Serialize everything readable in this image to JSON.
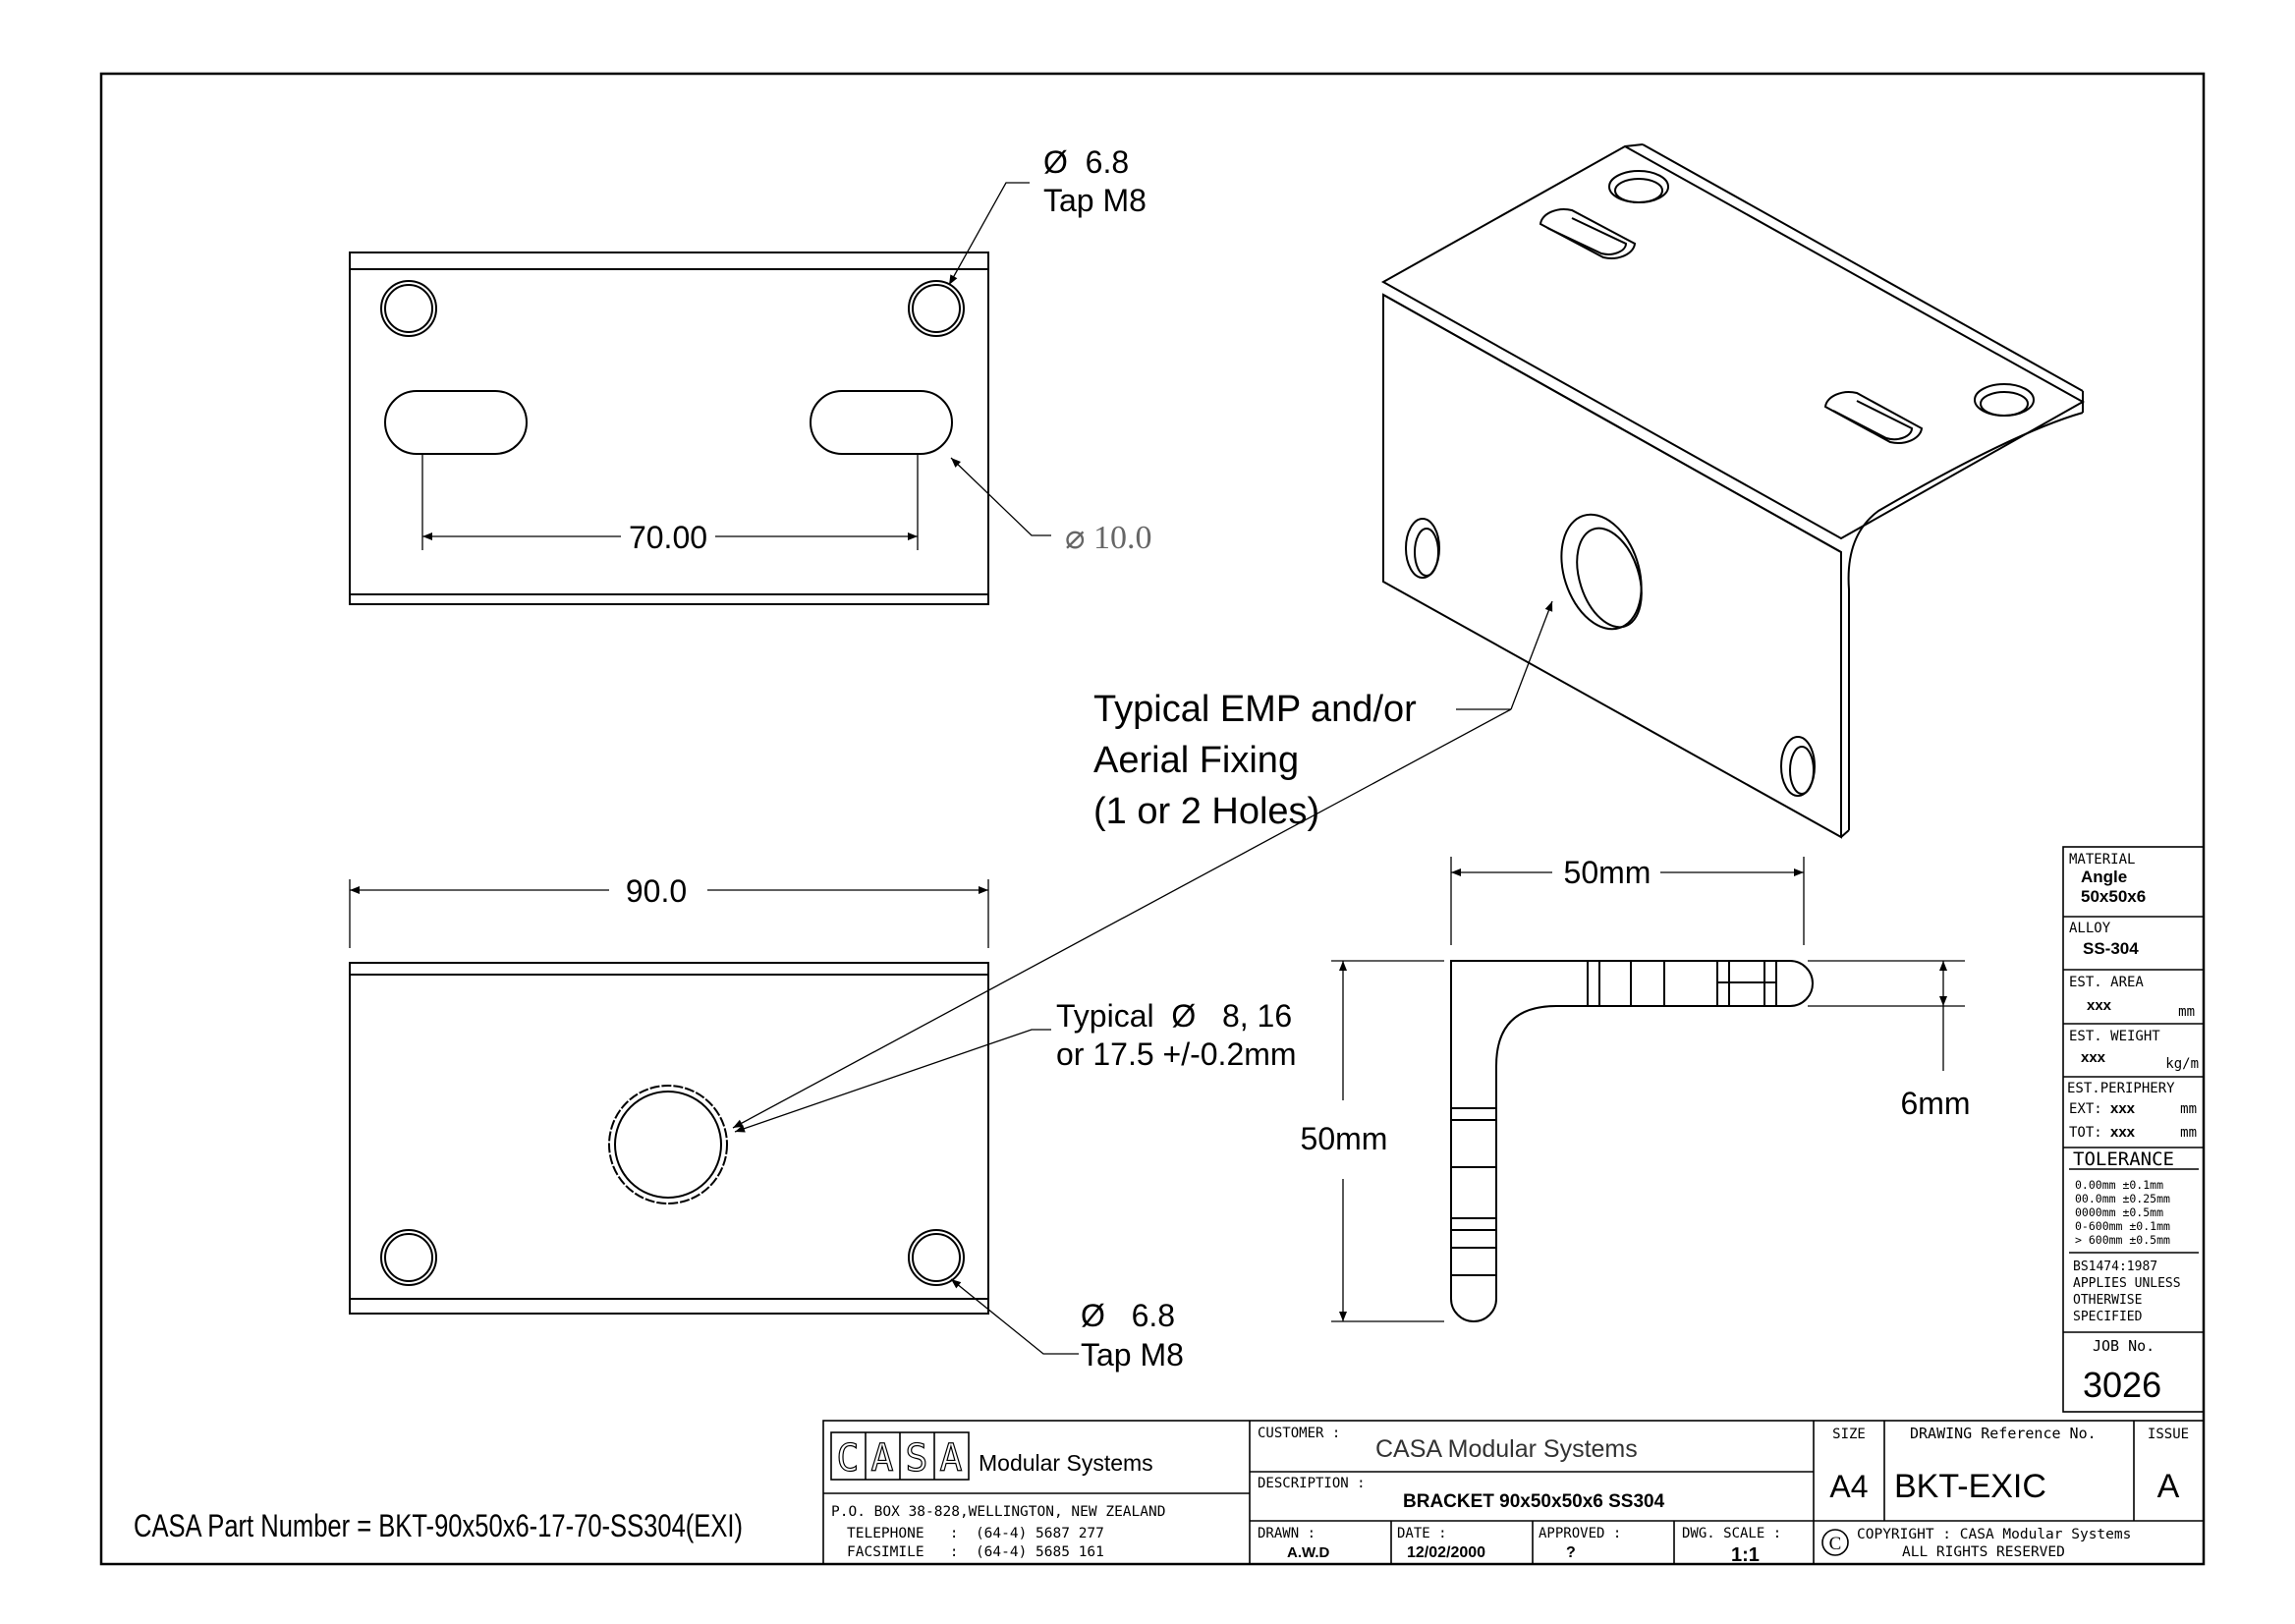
{
  "annotations": {
    "top_hole_dia": "Ø  6.8",
    "top_hole_tap": "Tap M8",
    "slot_spacing": "70.00",
    "slot_dia": "⌀ 10.0",
    "emp_line1": "Typical EMP and/or",
    "emp_line2": "Aerial Fixing",
    "emp_line3": "(1 or 2 Holes)",
    "width_dim": "90.0",
    "big_hole_line1": "Typical  Ø   8, 16",
    "big_hole_line2": "or 17.5 +/-0.2mm",
    "bottom_hole_dia": "Ø   6.8",
    "bottom_hole_tap": "Tap M8",
    "side_width": "50mm",
    "side_height": "50mm",
    "thickness": "6mm",
    "part_number": "CASA Part Number = BKT-90x50x6-17-70-SS304(EXI)"
  },
  "side_panel": {
    "material_label": "MATERIAL",
    "material_line1": "Angle",
    "material_line2": "50x50x6",
    "alloy_label": "ALLOY",
    "alloy_value": "SS-304",
    "area_label": "EST. AREA",
    "area_value": "xxx",
    "area_unit": "mm",
    "weight_label": "EST. WEIGHT",
    "weight_value": "xxx",
    "weight_unit": "kg/m",
    "periphery_label": "EST.PERIPHERY",
    "ext_label": "EXT:",
    "ext_value": "xxx",
    "ext_unit": "mm",
    "tot_label": "TOT:",
    "tot_value": "xxx",
    "tot_unit": "mm",
    "tolerance_label": "TOLERANCE",
    "tol_1": "0.00mm ±0.1mm",
    "tol_2": "00.0mm ±0.25mm",
    "tol_3": "0000mm ±0.5mm",
    "tol_4": "0-600mm ±0.1mm",
    "tol_5": "> 600mm ±0.5mm",
    "std_1": "BS1474:1987",
    "std_2": "APPLIES UNLESS",
    "std_3": "OTHERWISE",
    "std_4": "SPECIFIED",
    "job_label": "JOB No.",
    "job_value": "3026"
  },
  "title_block": {
    "logo_letters": [
      "C",
      "A",
      "S",
      "A"
    ],
    "company_name": "Modular Systems",
    "address": "P.O. BOX 38-828,WELLINGTON, NEW ZEALAND",
    "telephone": "TELEPHONE   :  (64-4) 5687 277",
    "facsimile": "FACSIMILE   :  (64-4) 5685 161",
    "customer_label": "CUSTOMER :",
    "customer_value": "CASA Modular Systems",
    "description_label": "DESCRIPTION :",
    "description_value": "BRACKET 90x50x50x6 SS304",
    "drawn_label": "DRAWN :",
    "drawn_value": "A.W.D",
    "date_label": "DATE :",
    "date_value": "12/02/2000",
    "approved_label": "APPROVED :",
    "approved_value": "?",
    "scale_label": "DWG. SCALE :",
    "scale_value": "1:1",
    "size_label": "SIZE",
    "size_value": "A4",
    "ref_label": "DRAWING Reference No.",
    "ref_value": "BKT-EXIC",
    "issue_label": "ISSUE",
    "issue_value": "A",
    "copyright_symbol": "C",
    "copyright_line1": "COPYRIGHT : CASA Modular Systems",
    "copyright_line2": "ALL RIGHTS RESERVED"
  }
}
